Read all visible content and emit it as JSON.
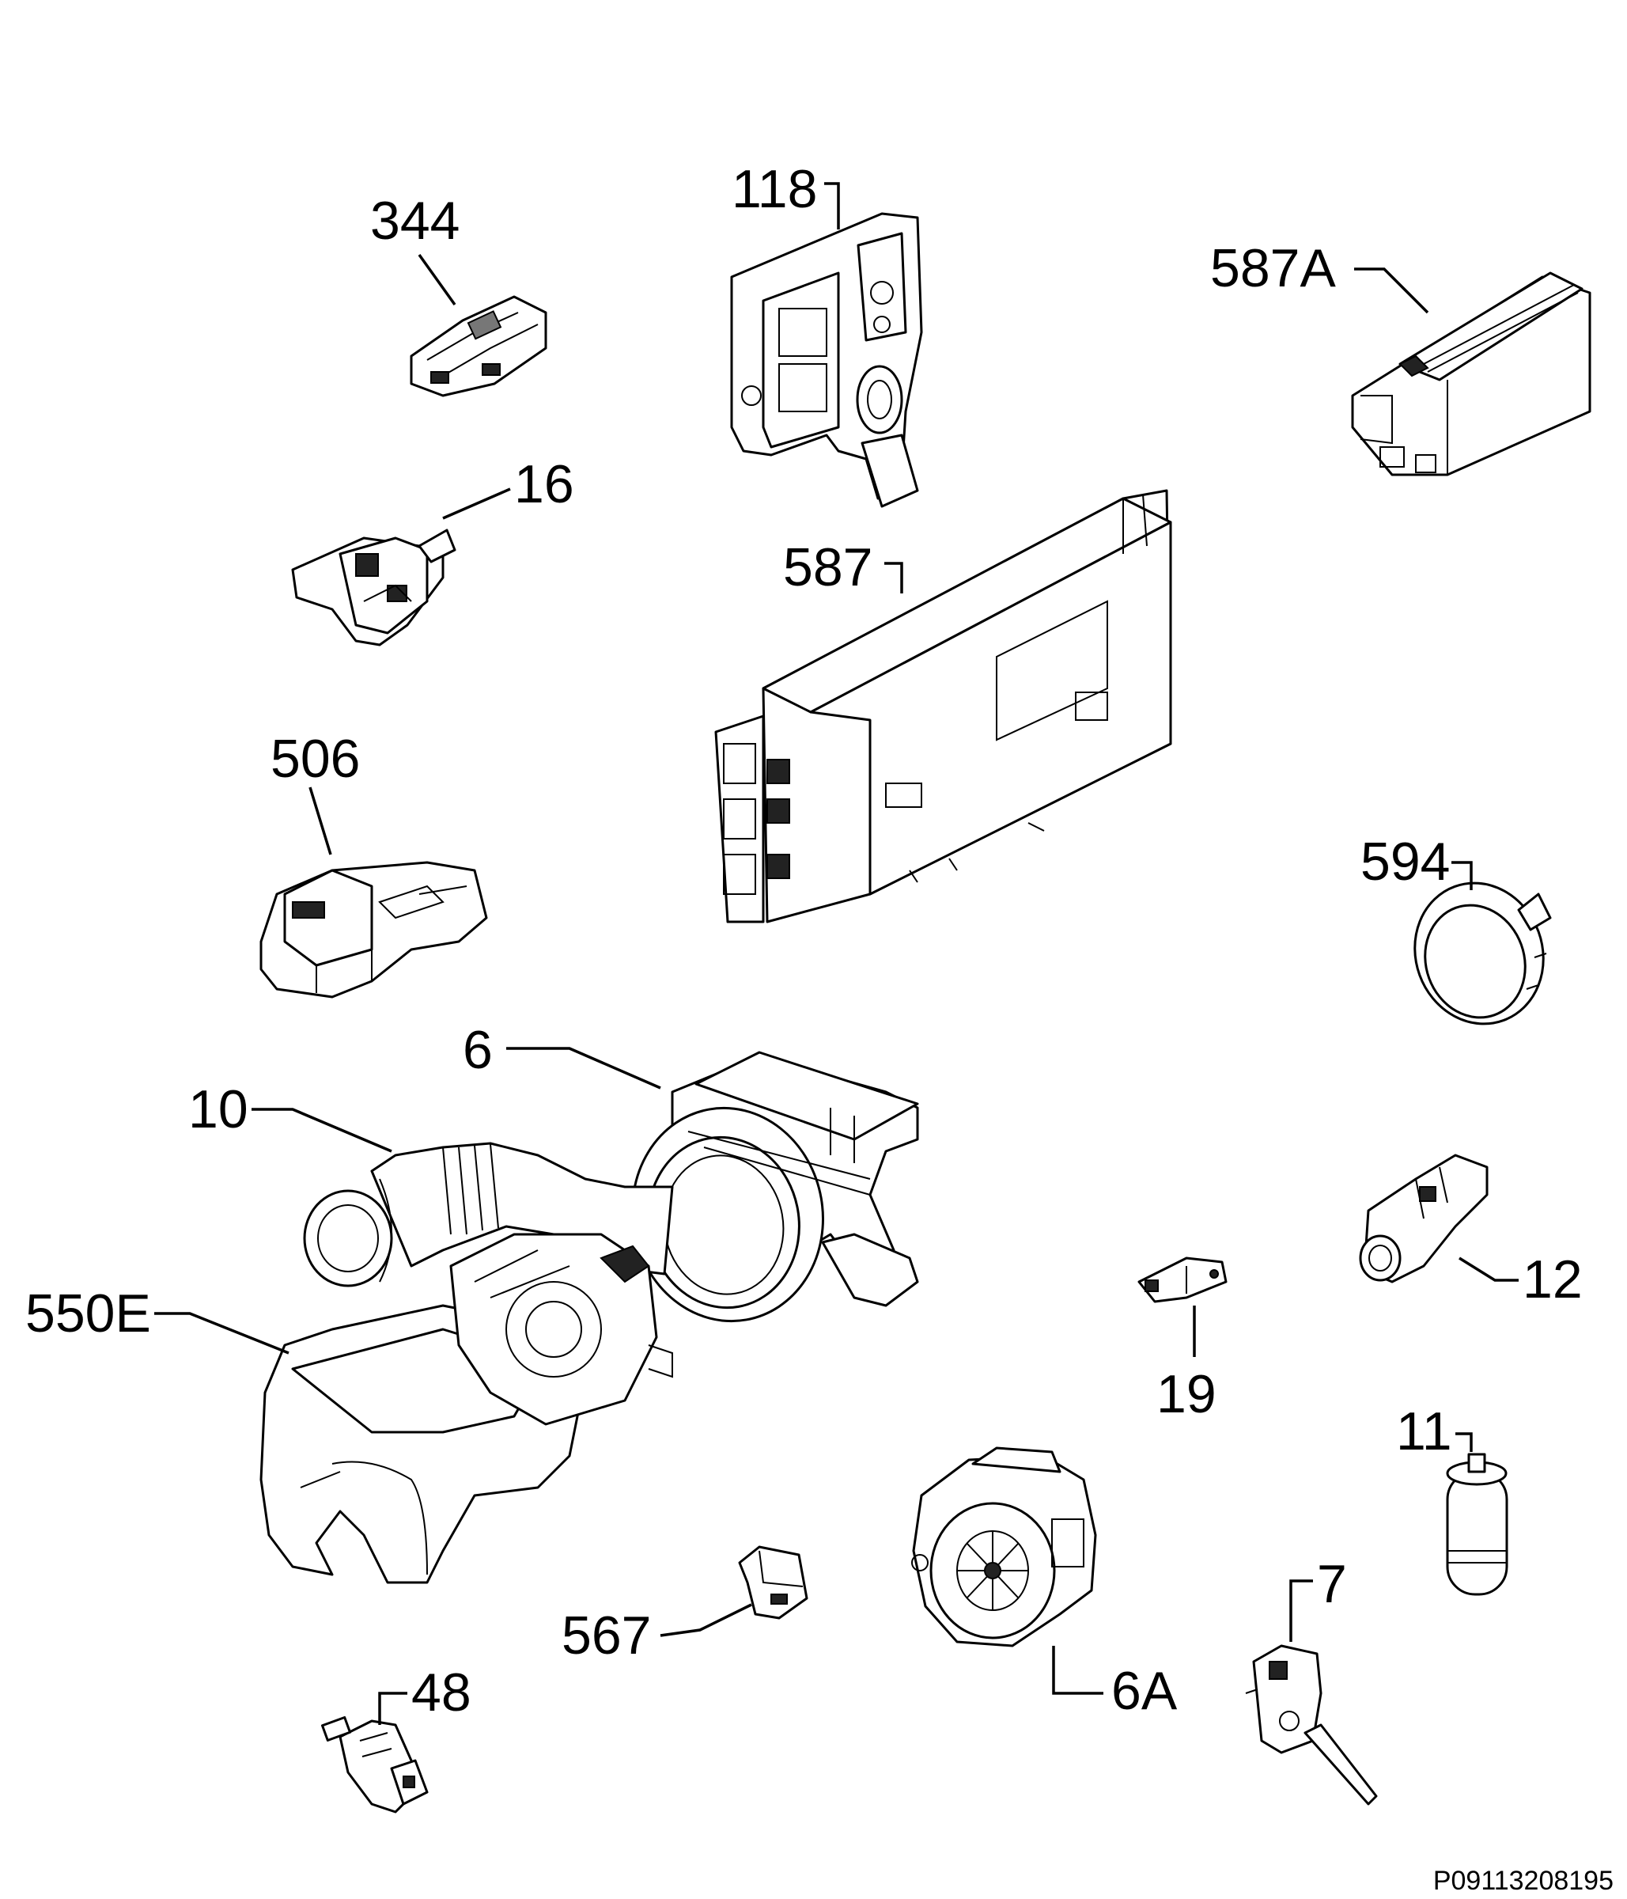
{
  "diagram": {
    "type": "exploded parts diagram",
    "drawing_code": "P09113208195",
    "parts": [
      {
        "id": "p344",
        "label": "344"
      },
      {
        "id": "p118",
        "label": "118"
      },
      {
        "id": "p587A",
        "label": "587A"
      },
      {
        "id": "p16",
        "label": "16"
      },
      {
        "id": "p587",
        "label": "587"
      },
      {
        "id": "p506",
        "label": "506"
      },
      {
        "id": "p594",
        "label": "594"
      },
      {
        "id": "p6",
        "label": "6"
      },
      {
        "id": "p10",
        "label": "10"
      },
      {
        "id": "p12",
        "label": "12"
      },
      {
        "id": "p550E",
        "label": "550E"
      },
      {
        "id": "p19",
        "label": "19"
      },
      {
        "id": "p11",
        "label": "11"
      },
      {
        "id": "p7",
        "label": "7"
      },
      {
        "id": "p567",
        "label": "567"
      },
      {
        "id": "p6A",
        "label": "6A"
      },
      {
        "id": "p48",
        "label": "48"
      }
    ]
  }
}
